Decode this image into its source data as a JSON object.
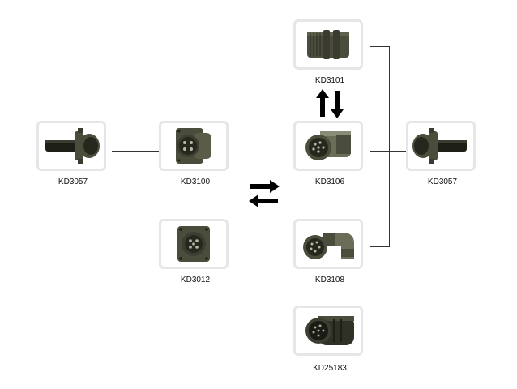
{
  "products": {
    "kd3057_left": {
      "label": "KD3057",
      "icon": "cable-clamp-icon"
    },
    "kd3100": {
      "label": "KD3100",
      "icon": "box-mount-receptacle-icon"
    },
    "kd3012": {
      "label": "KD3012",
      "icon": "square-flange-receptacle-icon"
    },
    "kd3101": {
      "label": "KD3101",
      "icon": "line-receptacle-icon"
    },
    "kd3106": {
      "label": "KD3106",
      "icon": "straight-plug-icon"
    },
    "kd3108": {
      "label": "KD3108",
      "icon": "right-angle-plug-icon"
    },
    "kd25183": {
      "label": "KD25183",
      "icon": "plug-icon"
    },
    "kd3057_right": {
      "label": "KD3057",
      "icon": "cable-clamp-icon"
    }
  },
  "colors": {
    "connector_body": "#4b4d3c",
    "connector_dark": "#26271d",
    "card_border": "#e6e6e6",
    "connector_line": "#333333",
    "arrow": "#000000"
  }
}
